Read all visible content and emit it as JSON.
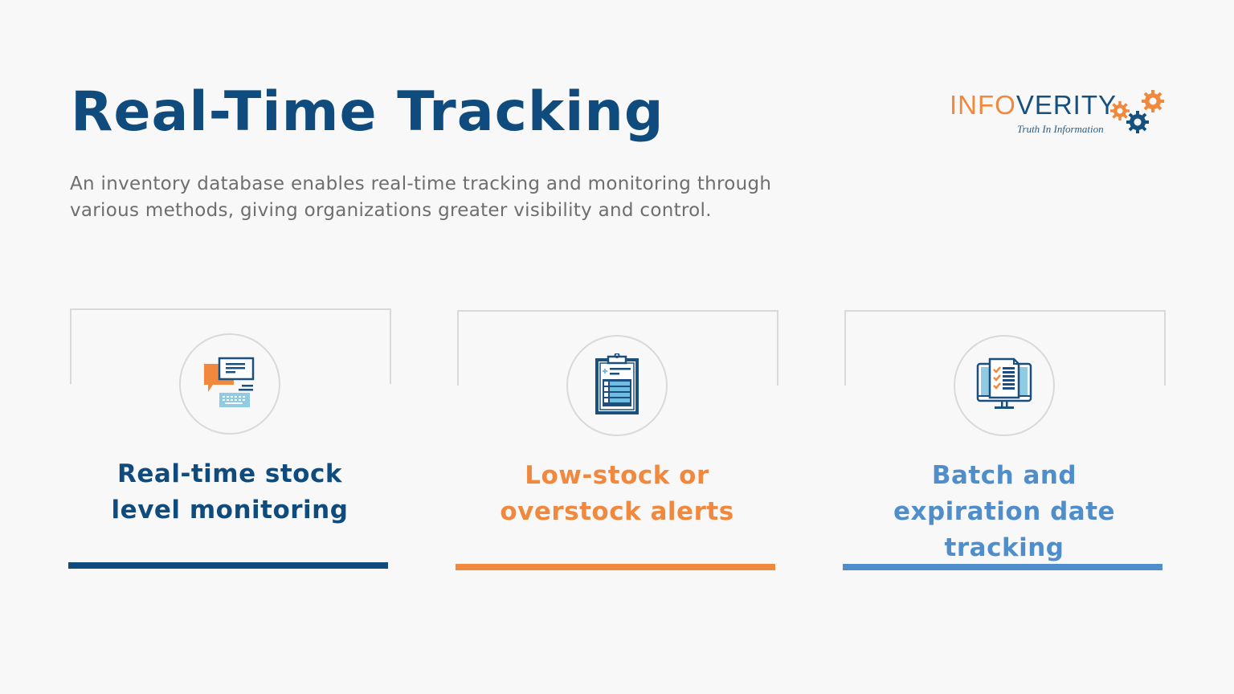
{
  "header": {
    "title": "Real-Time Tracking",
    "subtitle": "An inventory database enables real-time tracking and monitoring through various methods, giving organizations greater visibility and control."
  },
  "logo": {
    "word_part1": "INFO",
    "word_part2": "VERITY",
    "tagline": "Truth In Information",
    "icon": "gears-icon",
    "colors": {
      "orange": "#f0883e",
      "blue": "#15507f"
    }
  },
  "cards": [
    {
      "title": "Real-time stock level monitoring",
      "icon": "chat-monitor-keyboard-icon",
      "color": "#0f4c7d"
    },
    {
      "title": "Low-stock or overstock alerts",
      "icon": "clipboard-list-icon",
      "color": "#f0883e"
    },
    {
      "title": "Batch and expiration date tracking",
      "icon": "monitor-checklist-icon",
      "color": "#4f8ecb"
    }
  ]
}
